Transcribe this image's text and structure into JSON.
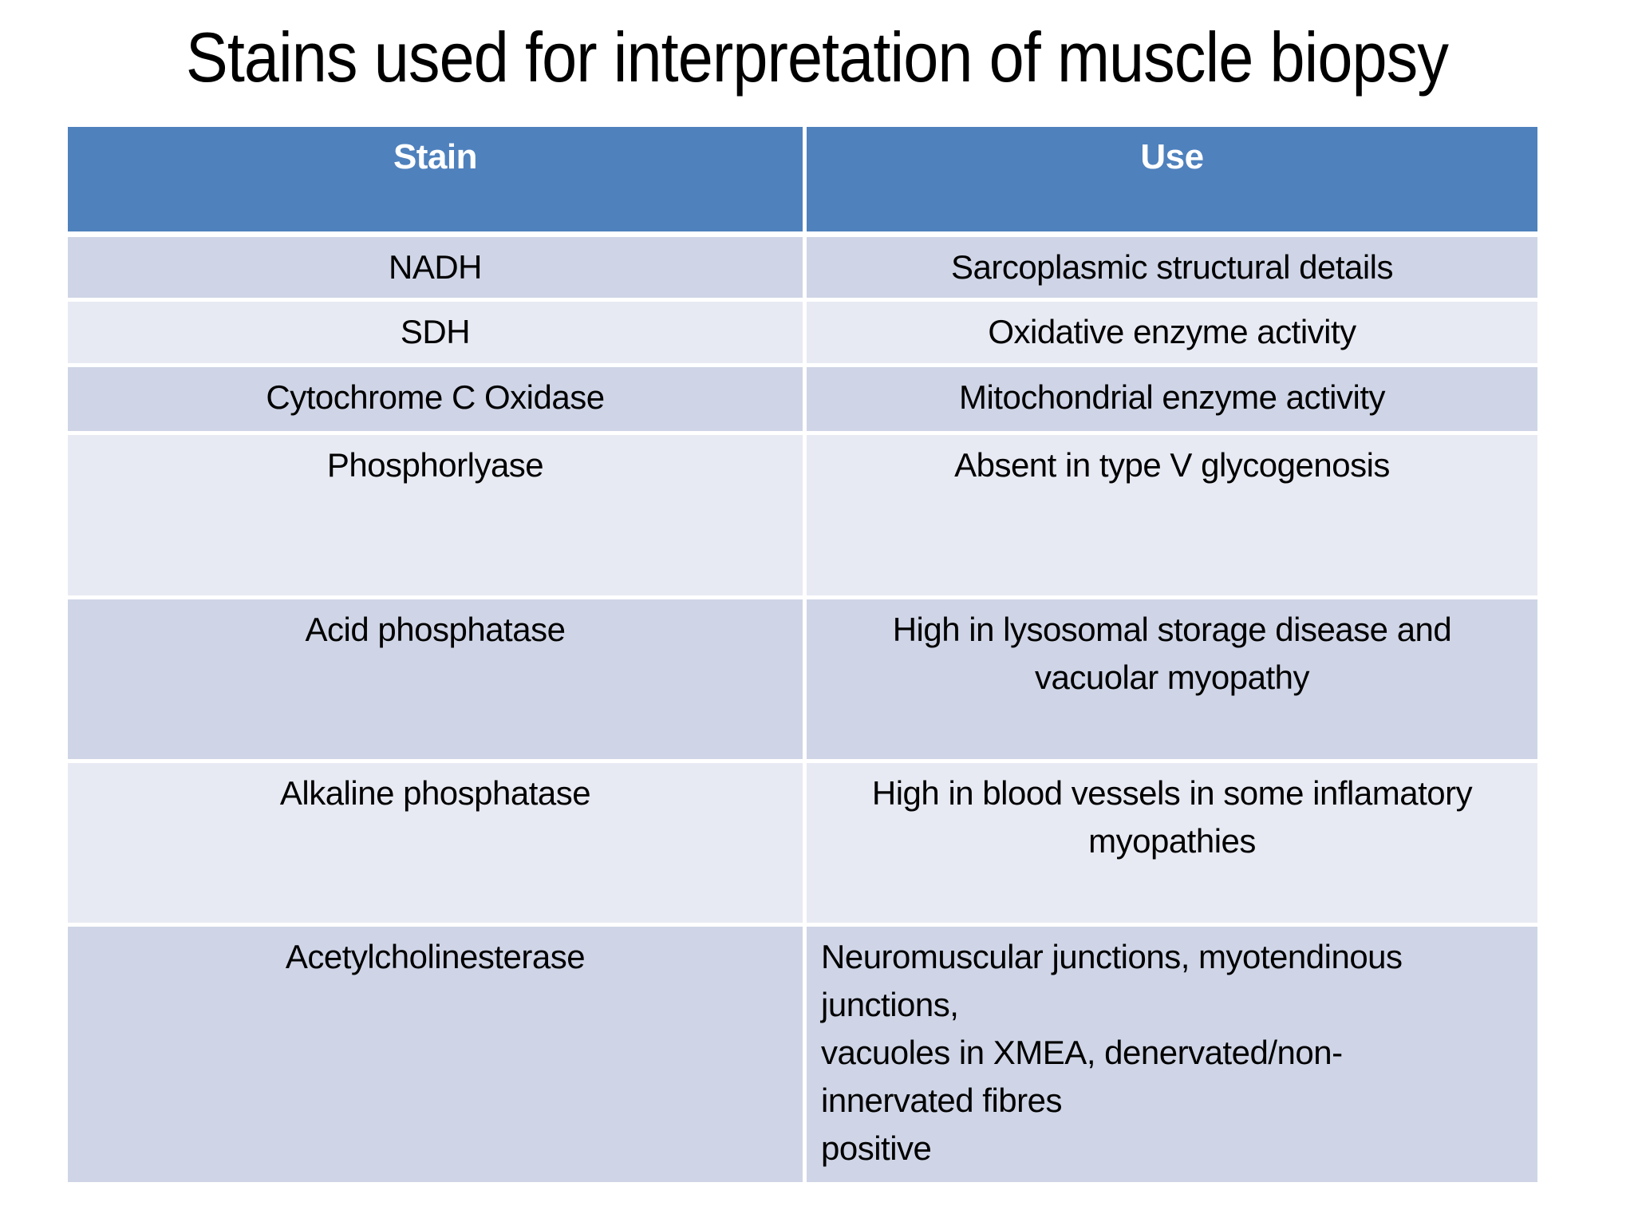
{
  "slide": {
    "title": "Stains used for interpretation of muscle biopsy"
  },
  "table": {
    "headers": {
      "stain": "Stain",
      "use": "Use"
    },
    "rows": [
      {
        "stain": "NADH",
        "use_lines": [
          "Sarcoplasmic structural details"
        ]
      },
      {
        "stain": "SDH",
        "use_lines": [
          "Oxidative enzyme activity"
        ]
      },
      {
        "stain": "Cytochrome C Oxidase",
        "use_lines": [
          "Mitochondrial enzyme activity"
        ]
      },
      {
        "stain": "Phosphorlyase",
        "use_lines": [
          "Absent in type V glycogenosis"
        ]
      },
      {
        "stain": "Acid phosphatase",
        "use_lines": [
          "High in lysosomal storage disease and",
          "vacuolar myopathy"
        ]
      },
      {
        "stain": "Alkaline phosphatase",
        "use_lines": [
          "High in blood vessels in some inflamatory",
          "myopathies"
        ]
      },
      {
        "stain": "Acetylcholinesterase",
        "use_lines": [
          "Neuromuscular junctions, myotendinous",
          "junctions,",
          "vacuoles in XMEA, denervated/non-",
          "innervated fibres",
          "positive"
        ]
      }
    ]
  },
  "colors": {
    "header_bg": "#4F81BD",
    "band_dark": "#CFD5E6",
    "band_light": "#E8EAF3",
    "header_text": "#FFFFFF",
    "body_text": "#000000",
    "page_bg": "#FFFFFF"
  }
}
